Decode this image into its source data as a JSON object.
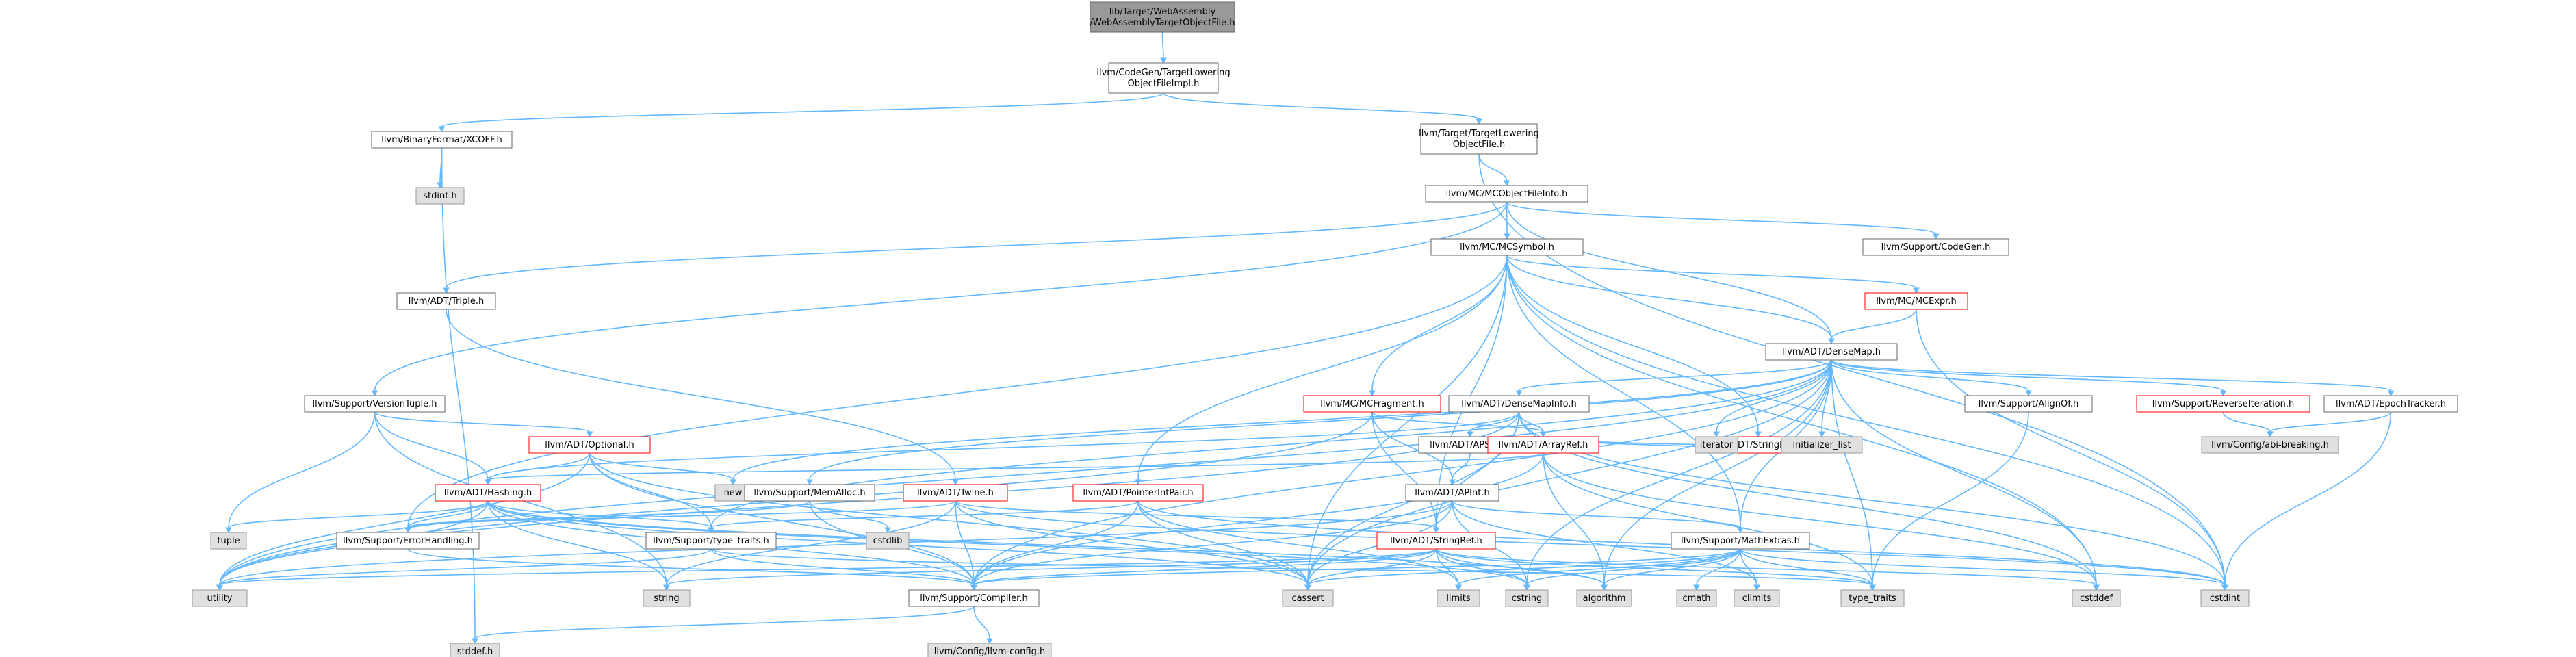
{
  "colors": {
    "edge": "#63b8ff",
    "root_fill": "#999999",
    "normal_fill": "#ffffff",
    "normal_stroke": "#666666",
    "red_stroke": "#ff0000",
    "gray_fill": "#e0e0e0",
    "gray_stroke": "#999999",
    "text": "#000000"
  },
  "nodes": [
    {
      "id": "root",
      "style": "root",
      "lines": [
        "lib/Target/WebAssembly",
        "/WebAssemblyTargetObjectFile.h"
      ]
    },
    {
      "id": "tloimpl",
      "style": "normal",
      "lines": [
        "llvm/CodeGen/TargetLowering",
        "ObjectFileImpl.h"
      ]
    },
    {
      "id": "xcoff",
      "style": "normal",
      "lines": [
        "llvm/BinaryFormat/XCOFF.h"
      ]
    },
    {
      "id": "tlof",
      "style": "normal",
      "lines": [
        "llvm/Target/TargetLowering",
        "ObjectFile.h"
      ]
    },
    {
      "id": "stdint",
      "style": "gray",
      "lines": [
        "stdint.h"
      ]
    },
    {
      "id": "mcofi",
      "style": "normal",
      "lines": [
        "llvm/MC/MCObjectFileInfo.h"
      ]
    },
    {
      "id": "mcsymbol",
      "style": "normal",
      "lines": [
        "llvm/MC/MCSymbol.h"
      ]
    },
    {
      "id": "codegen",
      "style": "normal",
      "lines": [
        "llvm/Support/CodeGen.h"
      ]
    },
    {
      "id": "triple",
      "style": "normal",
      "lines": [
        "llvm/ADT/Triple.h"
      ]
    },
    {
      "id": "mcexpr",
      "style": "red",
      "lines": [
        "llvm/MC/MCExpr.h"
      ]
    },
    {
      "id": "densemap",
      "style": "normal",
      "lines": [
        "llvm/ADT/DenseMap.h"
      ]
    },
    {
      "id": "versiontuple",
      "style": "normal",
      "lines": [
        "llvm/Support/VersionTuple.h"
      ]
    },
    {
      "id": "mcfragment",
      "style": "red",
      "lines": [
        "llvm/MC/MCFragment.h"
      ]
    },
    {
      "id": "densemapinfo",
      "style": "normal",
      "lines": [
        "llvm/ADT/DenseMapInfo.h"
      ]
    },
    {
      "id": "alignof",
      "style": "normal",
      "lines": [
        "llvm/Support/AlignOf.h"
      ]
    },
    {
      "id": "reverseiter",
      "style": "red",
      "lines": [
        "llvm/Support/ReverseIteration.h"
      ]
    },
    {
      "id": "epochtracker",
      "style": "normal",
      "lines": [
        "llvm/ADT/EpochTracker.h"
      ]
    },
    {
      "id": "optional",
      "style": "red",
      "lines": [
        "llvm/ADT/Optional.h"
      ]
    },
    {
      "id": "apsint",
      "style": "normal",
      "lines": [
        "llvm/ADT/APSInt.h"
      ]
    },
    {
      "id": "arrayref",
      "style": "red",
      "lines": [
        "llvm/ADT/ArrayRef.h"
      ]
    },
    {
      "id": "stringmap",
      "style": "red",
      "lines": [
        "llvm/ADT/StringMap.h"
      ]
    },
    {
      "id": "abibreaking",
      "style": "gray",
      "lines": [
        "llvm/Config/abi-breaking.h"
      ]
    },
    {
      "id": "hashing",
      "style": "red",
      "lines": [
        "llvm/ADT/Hashing.h"
      ]
    },
    {
      "id": "new",
      "style": "gray",
      "lines": [
        "new"
      ]
    },
    {
      "id": "memalloc",
      "style": "normal",
      "lines": [
        "llvm/Support/MemAlloc.h"
      ]
    },
    {
      "id": "twine",
      "style": "red",
      "lines": [
        "llvm/ADT/Twine.h"
      ]
    },
    {
      "id": "pointerintpair",
      "style": "red",
      "lines": [
        "llvm/ADT/PointerIntPair.h"
      ]
    },
    {
      "id": "apint",
      "style": "normal",
      "lines": [
        "llvm/ADT/APInt.h"
      ]
    },
    {
      "id": "iterator",
      "style": "gray",
      "lines": [
        "iterator"
      ]
    },
    {
      "id": "initlist",
      "style": "gray",
      "lines": [
        "initializer_list"
      ]
    },
    {
      "id": "tuple",
      "style": "gray",
      "lines": [
        "tuple"
      ]
    },
    {
      "id": "errorhandling",
      "style": "normal",
      "lines": [
        "llvm/Support/ErrorHandling.h"
      ]
    },
    {
      "id": "typetraitsh",
      "style": "normal",
      "lines": [
        "llvm/Support/type_traits.h"
      ]
    },
    {
      "id": "cstdlib",
      "style": "gray",
      "lines": [
        "cstdlib"
      ]
    },
    {
      "id": "stringref",
      "style": "red",
      "lines": [
        "llvm/ADT/StringRef.h"
      ]
    },
    {
      "id": "mathextras",
      "style": "normal",
      "lines": [
        "llvm/Support/MathExtras.h"
      ]
    },
    {
      "id": "utility",
      "style": "gray",
      "lines": [
        "utility"
      ]
    },
    {
      "id": "string",
      "style": "gray",
      "lines": [
        "string"
      ]
    },
    {
      "id": "compiler",
      "style": "normal",
      "lines": [
        "llvm/Support/Compiler.h"
      ]
    },
    {
      "id": "cassert",
      "style": "gray",
      "lines": [
        "cassert"
      ]
    },
    {
      "id": "limits",
      "style": "gray",
      "lines": [
        "limits"
      ]
    },
    {
      "id": "cstring",
      "style": "gray",
      "lines": [
        "cstring"
      ]
    },
    {
      "id": "algorithm",
      "style": "gray",
      "lines": [
        "algorithm"
      ]
    },
    {
      "id": "cmath",
      "style": "gray",
      "lines": [
        "cmath"
      ]
    },
    {
      "id": "climits",
      "style": "gray",
      "lines": [
        "climits"
      ]
    },
    {
      "id": "typetraits",
      "style": "gray",
      "lines": [
        "type_traits"
      ]
    },
    {
      "id": "cstddef",
      "style": "gray",
      "lines": [
        "cstddef"
      ]
    },
    {
      "id": "cstdint",
      "style": "gray",
      "lines": [
        "cstdint"
      ]
    },
    {
      "id": "stddef",
      "style": "gray",
      "lines": [
        "stddef.h"
      ]
    },
    {
      "id": "llvmconfig",
      "style": "gray",
      "lines": [
        "llvm/Config/llvm-config.h"
      ]
    }
  ],
  "edges": [
    [
      "root",
      "tloimpl"
    ],
    [
      "tloimpl",
      "xcoff"
    ],
    [
      "tloimpl",
      "tlof"
    ],
    [
      "xcoff",
      "stdint"
    ],
    [
      "xcoff",
      "stddef"
    ],
    [
      "tlof",
      "mcofi"
    ],
    [
      "tlof",
      "cstdint"
    ],
    [
      "mcofi",
      "mcsymbol"
    ],
    [
      "mcofi",
      "codegen"
    ],
    [
      "mcofi",
      "triple"
    ],
    [
      "mcofi",
      "versiontuple"
    ],
    [
      "mcofi",
      "densemap"
    ],
    [
      "mcsymbol",
      "mcexpr"
    ],
    [
      "mcsymbol",
      "densemap"
    ],
    [
      "mcsymbol",
      "mcfragment"
    ],
    [
      "mcsymbol",
      "stringmap"
    ],
    [
      "mcsymbol",
      "pointerintpair"
    ],
    [
      "mcsymbol",
      "stringref"
    ],
    [
      "mcsymbol",
      "errorhandling"
    ],
    [
      "mcsymbol",
      "cassert"
    ],
    [
      "mcsymbol",
      "cstddef"
    ],
    [
      "mcsymbol",
      "cstdint"
    ],
    [
      "mcsymbol",
      "mathextras"
    ],
    [
      "triple",
      "twine"
    ],
    [
      "mcexpr",
      "densemap"
    ],
    [
      "mcexpr",
      "cstdint"
    ],
    [
      "densemap",
      "densemapinfo"
    ],
    [
      "densemap",
      "epochtracker"
    ],
    [
      "densemap",
      "alignof"
    ],
    [
      "densemap",
      "compiler"
    ],
    [
      "densemap",
      "mathextras"
    ],
    [
      "densemap",
      "memalloc"
    ],
    [
      "densemap",
      "reverseiter"
    ],
    [
      "densemap",
      "typetraitsh"
    ],
    [
      "densemap",
      "algorithm"
    ],
    [
      "densemap",
      "cassert"
    ],
    [
      "densemap",
      "cstddef"
    ],
    [
      "densemap",
      "cstring"
    ],
    [
      "densemap",
      "initlist"
    ],
    [
      "densemap",
      "iterator"
    ],
    [
      "densemap",
      "new"
    ],
    [
      "densemap",
      "typetraits"
    ],
    [
      "densemap",
      "utility"
    ],
    [
      "versiontuple",
      "hashing"
    ],
    [
      "versiontuple",
      "optional"
    ],
    [
      "versiontuple",
      "string"
    ],
    [
      "versiontuple",
      "tuple"
    ],
    [
      "mcfragment",
      "arrayref"
    ],
    [
      "mcfragment",
      "apint"
    ],
    [
      "mcfragment",
      "stringref"
    ],
    [
      "mcfragment",
      "utility"
    ],
    [
      "densemapinfo",
      "apsint"
    ],
    [
      "densemapinfo",
      "arrayref"
    ],
    [
      "densemapinfo",
      "hashing"
    ],
    [
      "densemapinfo",
      "stringref"
    ],
    [
      "densemapinfo",
      "cassert"
    ],
    [
      "densemapinfo",
      "cstddef"
    ],
    [
      "densemapinfo",
      "cstdint"
    ],
    [
      "densemapinfo",
      "utility"
    ],
    [
      "alignof",
      "typetraits"
    ],
    [
      "reverseiter",
      "abibreaking"
    ],
    [
      "epochtracker",
      "abibreaking"
    ],
    [
      "epochtracker",
      "cstdint"
    ],
    [
      "optional",
      "hashing"
    ],
    [
      "optional",
      "compiler"
    ],
    [
      "optional",
      "typetraitsh"
    ],
    [
      "optional",
      "cassert"
    ],
    [
      "optional",
      "new"
    ],
    [
      "optional",
      "utility"
    ],
    [
      "apsint",
      "apint"
    ],
    [
      "arrayref",
      "hashing"
    ],
    [
      "arrayref",
      "compiler"
    ],
    [
      "arrayref",
      "algorithm"
    ],
    [
      "arrayref",
      "iterator"
    ],
    [
      "arrayref",
      "initlist"
    ],
    [
      "arrayref",
      "cstddef"
    ],
    [
      "arrayref",
      "typetraits"
    ],
    [
      "stringmap",
      "iterator"
    ],
    [
      "stringmap",
      "initlist"
    ],
    [
      "hashing",
      "errorhandling"
    ],
    [
      "hashing",
      "typetraitsh"
    ],
    [
      "hashing",
      "compiler"
    ],
    [
      "hashing",
      "algorithm"
    ],
    [
      "hashing",
      "cassert"
    ],
    [
      "hashing",
      "cstring"
    ],
    [
      "hashing",
      "string"
    ],
    [
      "hashing",
      "tuple"
    ],
    [
      "hashing",
      "utility"
    ],
    [
      "memalloc",
      "compiler"
    ],
    [
      "memalloc",
      "errorhandling"
    ],
    [
      "memalloc",
      "cstdlib"
    ],
    [
      "twine",
      "compiler"
    ],
    [
      "twine",
      "errorhandling"
    ],
    [
      "twine",
      "cassert"
    ],
    [
      "twine",
      "cstdint"
    ],
    [
      "twine",
      "string"
    ],
    [
      "twine",
      "stringref"
    ],
    [
      "pointerintpair",
      "compiler"
    ],
    [
      "pointerintpair",
      "typetraitsh"
    ],
    [
      "pointerintpair",
      "cassert"
    ],
    [
      "pointerintpair",
      "cstdint"
    ],
    [
      "pointerintpair",
      "limits"
    ],
    [
      "apint",
      "compiler"
    ],
    [
      "apint",
      "mathextras"
    ],
    [
      "apint",
      "cassert"
    ],
    [
      "apint",
      "climits"
    ],
    [
      "apint",
      "cstring"
    ],
    [
      "apint",
      "utility"
    ],
    [
      "errorhandling",
      "compiler"
    ],
    [
      "typetraitsh",
      "compiler"
    ],
    [
      "typetraitsh",
      "typetraits"
    ],
    [
      "typetraitsh",
      "utility"
    ],
    [
      "stringref",
      "compiler"
    ],
    [
      "stringref",
      "algorithm"
    ],
    [
      "stringref",
      "cassert"
    ],
    [
      "stringref",
      "cstddef"
    ],
    [
      "stringref",
      "cstring"
    ],
    [
      "stringref",
      "limits"
    ],
    [
      "stringref",
      "string"
    ],
    [
      "stringref",
      "typetraits"
    ],
    [
      "stringref",
      "utility"
    ],
    [
      "mathextras",
      "compiler"
    ],
    [
      "mathextras",
      "cassert"
    ],
    [
      "mathextras",
      "climits"
    ],
    [
      "mathextras",
      "cmath"
    ],
    [
      "mathextras",
      "cstdint"
    ],
    [
      "mathextras",
      "cstring"
    ],
    [
      "mathextras",
      "limits"
    ],
    [
      "mathextras",
      "algorithm"
    ],
    [
      "mathextras",
      "typetraits"
    ],
    [
      "compiler",
      "llvmconfig"
    ],
    [
      "compiler",
      "stddef"
    ]
  ]
}
